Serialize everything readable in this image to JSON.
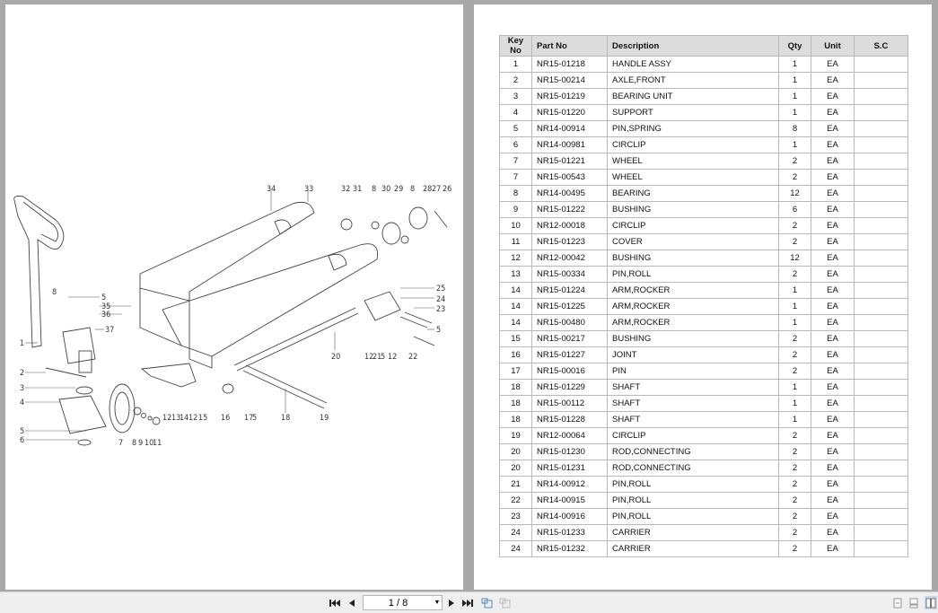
{
  "viewer": {
    "page_indicator": "1 / 8",
    "buttons": {
      "first_page": "first-page",
      "prev_page": "previous-page",
      "next_page": "next-page",
      "last_page": "last-page"
    }
  },
  "diagram": {
    "callouts": [
      "1",
      "2",
      "3",
      "4",
      "5",
      "6",
      "7",
      "8",
      "9",
      "10",
      "11",
      "12",
      "13",
      "14",
      "12",
      "15",
      "16",
      "17",
      "5",
      "18",
      "19",
      "20",
      "12",
      "21",
      "5",
      "12",
      "22",
      "23",
      "24",
      "25",
      "5",
      "26",
      "27",
      "28",
      "8",
      "29",
      "30",
      "8",
      "31",
      "32",
      "33",
      "34",
      "35",
      "36",
      "37",
      "5",
      "8"
    ]
  },
  "parts_table": {
    "headers": [
      "Key No",
      "Part No",
      "Description",
      "Qty",
      "Unit",
      "S.C"
    ],
    "rows": [
      [
        "1",
        "NR15-01218",
        "HANDLE ASSY",
        "1",
        "EA",
        ""
      ],
      [
        "2",
        "NR15-00214",
        "AXLE,FRONT",
        "1",
        "EA",
        ""
      ],
      [
        "3",
        "NR15-01219",
        "BEARING UNIT",
        "1",
        "EA",
        ""
      ],
      [
        "4",
        "NR15-01220",
        "SUPPORT",
        "1",
        "EA",
        ""
      ],
      [
        "5",
        "NR14-00914",
        "PIN,SPRING",
        "8",
        "EA",
        ""
      ],
      [
        "6",
        "NR14-00981",
        "CIRCLIP",
        "1",
        "EA",
        ""
      ],
      [
        "7",
        "NR15-01221",
        "WHEEL",
        "2",
        "EA",
        ""
      ],
      [
        "7",
        "NR15-00543",
        "WHEEL",
        "2",
        "EA",
        ""
      ],
      [
        "8",
        "NR14-00495",
        "BEARING",
        "12",
        "EA",
        ""
      ],
      [
        "9",
        "NR15-01222",
        "BUSHING",
        "6",
        "EA",
        ""
      ],
      [
        "10",
        "NR12-00018",
        "CIRCLIP",
        "2",
        "EA",
        ""
      ],
      [
        "11",
        "NR15-01223",
        "COVER",
        "2",
        "EA",
        ""
      ],
      [
        "12",
        "NR12-00042",
        "BUSHING",
        "12",
        "EA",
        ""
      ],
      [
        "13",
        "NR15-00334",
        "PIN,ROLL",
        "2",
        "EA",
        ""
      ],
      [
        "14",
        "NR15-01224",
        "ARM,ROCKER",
        "1",
        "EA",
        ""
      ],
      [
        "14",
        "NR15-01225",
        "ARM,ROCKER",
        "1",
        "EA",
        ""
      ],
      [
        "14",
        "NR15-00480",
        "ARM,ROCKER",
        "1",
        "EA",
        ""
      ],
      [
        "15",
        "NR15-00217",
        "BUSHING",
        "2",
        "EA",
        ""
      ],
      [
        "16",
        "NR15-01227",
        "JOINT",
        "2",
        "EA",
        ""
      ],
      [
        "17",
        "NR15-00016",
        "PIN",
        "2",
        "EA",
        ""
      ],
      [
        "18",
        "NR15-01229",
        "SHAFT",
        "1",
        "EA",
        ""
      ],
      [
        "18",
        "NR15-00112",
        "SHAFT",
        "1",
        "EA",
        ""
      ],
      [
        "18",
        "NR15-01228",
        "SHAFT",
        "1",
        "EA",
        ""
      ],
      [
        "19",
        "NR12-00064",
        "CIRCLIP",
        "2",
        "EA",
        ""
      ],
      [
        "20",
        "NR15-01230",
        "ROD,CONNECTING",
        "2",
        "EA",
        ""
      ],
      [
        "20",
        "NR15-01231",
        "ROD,CONNECTING",
        "2",
        "EA",
        ""
      ],
      [
        "21",
        "NR14-00912",
        "PIN,ROLL",
        "2",
        "EA",
        ""
      ],
      [
        "22",
        "NR14-00915",
        "PIN,ROLL",
        "2",
        "EA",
        ""
      ],
      [
        "23",
        "NR14-00916",
        "PIN,ROLL",
        "2",
        "EA",
        ""
      ],
      [
        "24",
        "NR15-01233",
        "CARRIER",
        "2",
        "EA",
        ""
      ],
      [
        "24",
        "NR15-01232",
        "CARRIER",
        "2",
        "EA",
        ""
      ]
    ]
  }
}
